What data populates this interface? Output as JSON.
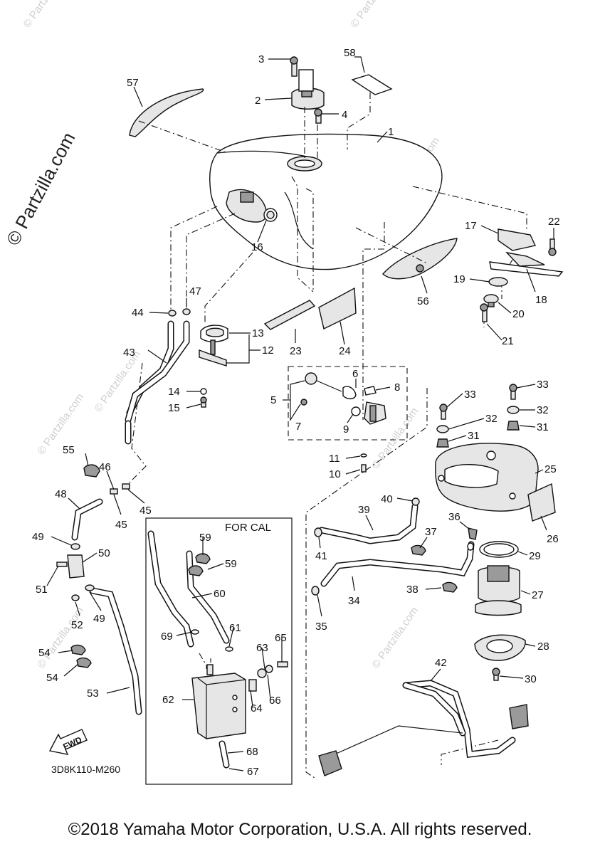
{
  "diagram": {
    "inset_title": "FOR CAL",
    "fwd_label": "FWD",
    "drawing_code": "3D8K110-M260",
    "watermark": "© Partzilla.com",
    "footer": "©2018 Yamaha Motor Corporation, U.S.A. All rights reserved.",
    "callouts": [
      "1",
      "2",
      "3",
      "4",
      "5",
      "6",
      "7",
      "8",
      "9",
      "10",
      "11",
      "12",
      "13",
      "14",
      "15",
      "16",
      "17",
      "18",
      "19",
      "20",
      "21",
      "22",
      "23",
      "24",
      "25",
      "26",
      "27",
      "28",
      "29",
      "30",
      "31",
      "32",
      "33",
      "34",
      "35",
      "36",
      "37",
      "38",
      "39",
      "40",
      "41",
      "42",
      "43",
      "44",
      "45",
      "46",
      "47",
      "48",
      "49",
      "50",
      "51",
      "52",
      "53",
      "54",
      "55",
      "56",
      "57",
      "58",
      "59",
      "60",
      "61",
      "62",
      "63",
      "64",
      "65",
      "66",
      "67",
      "68",
      "69"
    ]
  }
}
